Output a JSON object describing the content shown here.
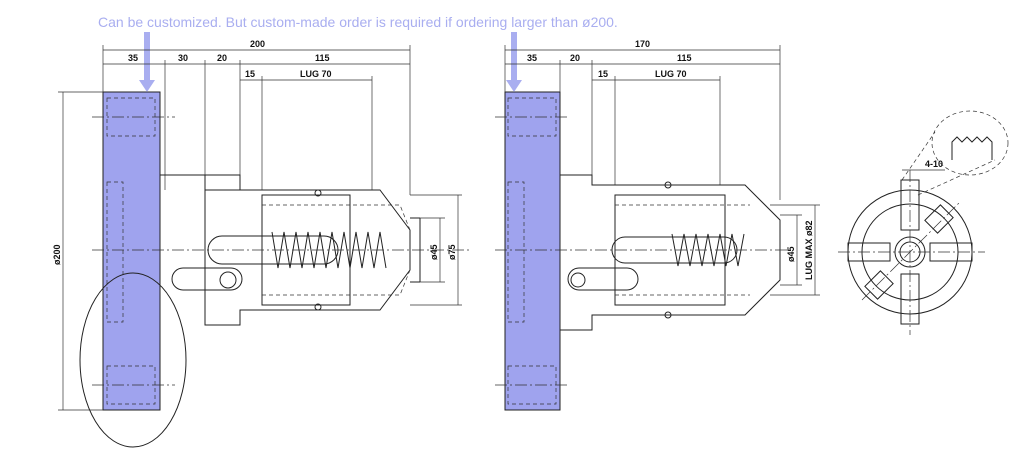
{
  "note": "Can be customized. But custom-made order is required if ordering larger than ø200.",
  "colors": {
    "highlight": "#9fa3ee",
    "note_text": "#a9aef0"
  },
  "left_view": {
    "overall": "200",
    "segments": [
      "35",
      "30",
      "20",
      "115"
    ],
    "lug_offset": "15",
    "lug": "LUG 70",
    "flange_dia": "ø200",
    "inner_dia": "ø45",
    "outer_dia": "ø75"
  },
  "right_view": {
    "overall": "170",
    "segments": [
      "35",
      "20",
      "115"
    ],
    "lug_offset": "15",
    "lug": "LUG 70",
    "inner_dia": "ø45",
    "lug_max": "LUG MAX ø82"
  },
  "end_view": {
    "tooth_dim": "4-10"
  }
}
